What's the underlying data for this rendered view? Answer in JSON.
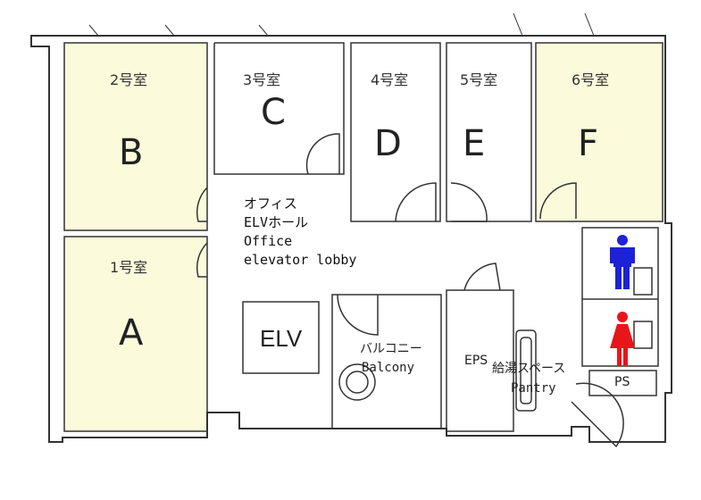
{
  "rooms": [
    {
      "id": "room1",
      "number": "1号室",
      "letter": "A",
      "highlighted": true
    },
    {
      "id": "room2",
      "number": "2号室",
      "letter": "B",
      "highlighted": true
    },
    {
      "id": "room3",
      "number": "3号室",
      "letter": "C",
      "highlighted": false
    },
    {
      "id": "room4",
      "number": "4号室",
      "letter": "D",
      "highlighted": false
    },
    {
      "id": "room5",
      "number": "5号室",
      "letter": "E",
      "highlighted": false
    },
    {
      "id": "room6",
      "number": "6号室",
      "letter": "F",
      "highlighted": true
    }
  ],
  "lobby": {
    "line1": "オフィス",
    "line2": "ELVホール",
    "line3": "Office",
    "line4": "elevator lobby"
  },
  "elevator": {
    "label": "ELV"
  },
  "balcony": {
    "ja": "バルコニー",
    "en": "Balcony"
  },
  "eps": {
    "label": "EPS"
  },
  "pantry": {
    "ja": "給湯スペース",
    "en": "Pantry"
  },
  "ps": {
    "label": "PS"
  },
  "restroom": {
    "male_icon": "male-restroom-icon",
    "female_icon": "female-restroom-icon"
  },
  "colors": {
    "highlight": "#fbfbdc",
    "wall": "#333333",
    "male": "#1d22d6",
    "female": "#e8161b"
  }
}
